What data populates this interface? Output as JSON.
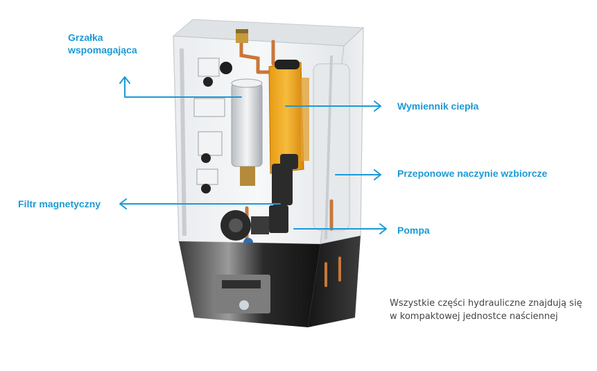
{
  "colors": {
    "accent": "#1a9ad6",
    "casing_dark": "#1b1b1b",
    "exchanger": "#f0a41a",
    "copper": "#c9773a",
    "pump": "#2a2a2a"
  },
  "labels": {
    "heater_line1": "Grzałka",
    "heater_line2": "wspomagająca",
    "heat_exchanger": "Wymiennik ciepła",
    "expansion_vessel": "Przeponowe naczynie wzbiorcze",
    "magnetic_filter": "Filtr magnetyczny",
    "pump": "Pompa"
  },
  "caption": {
    "line1": "Wszystkie części hydrauliczne znajdują się",
    "line2": "w kompaktowej jednostce naściennej"
  },
  "icons": [
    "arrow-up-icon",
    "arrow-right-icon",
    "arrow-left-icon"
  ]
}
